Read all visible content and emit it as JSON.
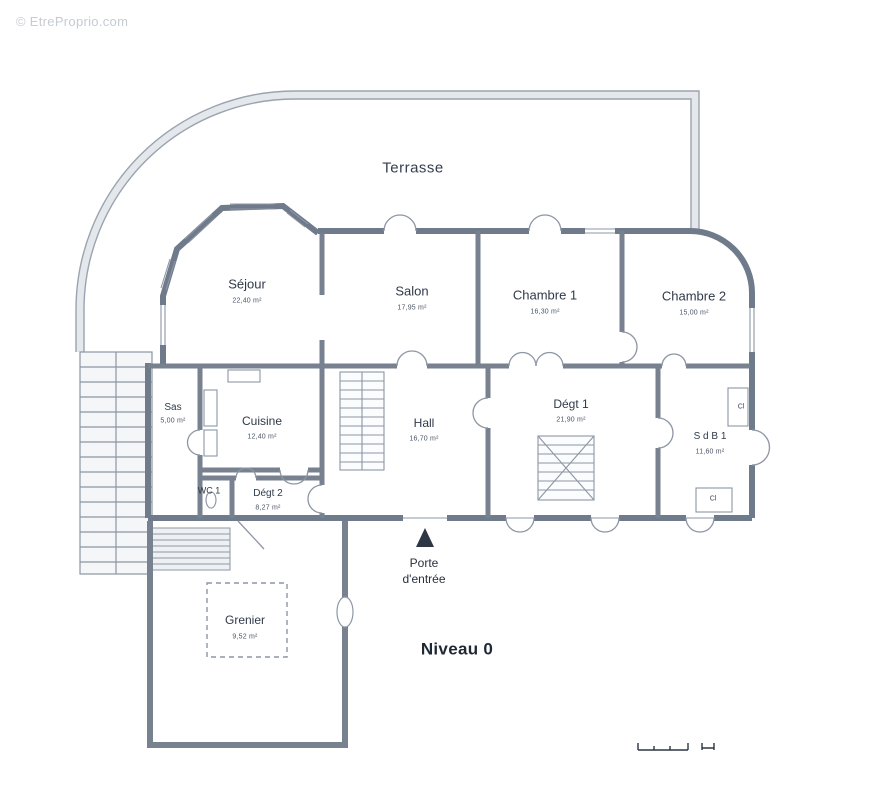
{
  "watermark": "© EtreProprio.com",
  "plan": {
    "level_label": "Niveau 0",
    "entrance_line1": "Porte",
    "entrance_line2": "d'entrée"
  },
  "rooms": [
    {
      "name": "Terrasse",
      "area": ""
    },
    {
      "name": "Séjour",
      "area": "22,40 m²"
    },
    {
      "name": "Salon",
      "area": "17,95 m²"
    },
    {
      "name": "Chambre 1",
      "area": "16,30 m²"
    },
    {
      "name": "Chambre 2",
      "area": "15,00 m²"
    },
    {
      "name": "Sas",
      "area": "5,00 m²"
    },
    {
      "name": "Cuisine",
      "area": "12,40 m²"
    },
    {
      "name": "Hall",
      "area": "16,70 m²"
    },
    {
      "name": "Dégt 1",
      "area": "21,90 m²"
    },
    {
      "name": "S d B 1",
      "area": "11,60 m²"
    },
    {
      "name": "WC 1",
      "area": ""
    },
    {
      "name": "Dégt 2",
      "area": "8,27 m²"
    },
    {
      "name": "Grenier",
      "area": "9,52 m²"
    }
  ],
  "annotations": {
    "closet_top": "Cl",
    "closet_bottom": "Cl"
  }
}
